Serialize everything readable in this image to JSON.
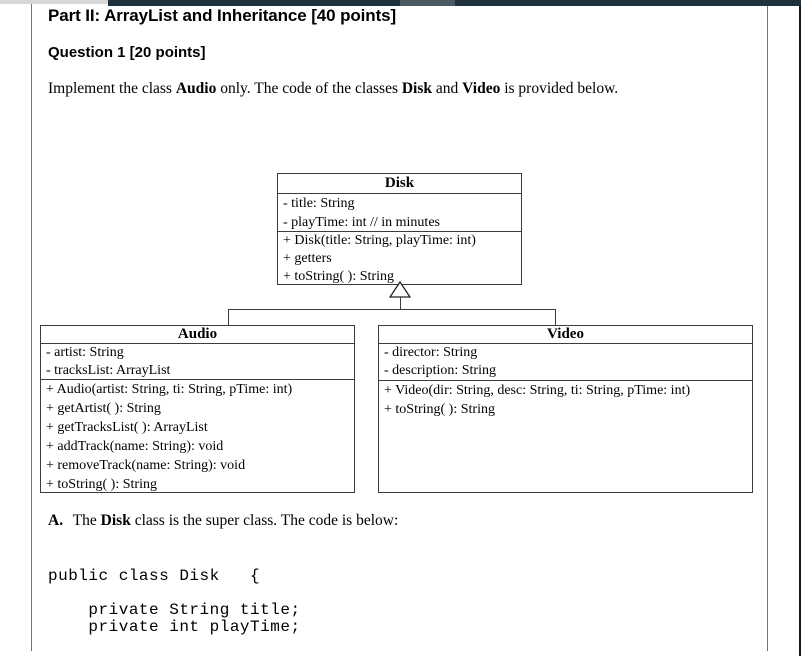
{
  "page": {
    "part_heading": "Part II: ArrayList and Inheritance [40 points]",
    "question_heading": "Question 1 [20 points]",
    "intro": {
      "s1": "Implement the class ",
      "b1": "Audio",
      "s2": " only. The code of the classes ",
      "b2": "Disk",
      "s3": " and ",
      "b3": "Video",
      "s4": " is provided below."
    },
    "section_a": {
      "b1": "A.",
      "s1": " The ",
      "b2": "Disk",
      "s2": " class is the super class. The code is below:"
    }
  },
  "diagram": {
    "disk": {
      "title": "Disk",
      "attributes": [
        "- title: String",
        "- playTime: int // in minutes"
      ],
      "methods": [
        "+ Disk(title: String, playTime: int)",
        "+ getters",
        "+ toString( ): String"
      ]
    },
    "audio": {
      "title": "Audio",
      "attributes": [
        "- artist: String",
        "- tracksList: ArrayList"
      ],
      "methods": [
        "+ Audio(artist: String, ti: String, pTime: int)",
        "+ getArtist( ): String",
        "+ getTracksList( ): ArrayList",
        "+ addTrack(name: String): void",
        "+ removeTrack(name: String): void",
        "+ toString( ): String"
      ]
    },
    "video": {
      "title": "Video",
      "attributes": [
        "- director: String",
        "- description: String"
      ],
      "methods": [
        "+ Video(dir: String, desc: String, ti: String, pTime: int)",
        "+ toString( ): String"
      ]
    }
  },
  "code": {
    "lines": [
      "public class Disk   {",
      "",
      "    private String title;",
      "    private int playTime;"
    ]
  },
  "colors": {
    "scrollbar_track": "#1e313d",
    "scrollbar_thumb": "#4b5962",
    "page_border": "#757575"
  }
}
